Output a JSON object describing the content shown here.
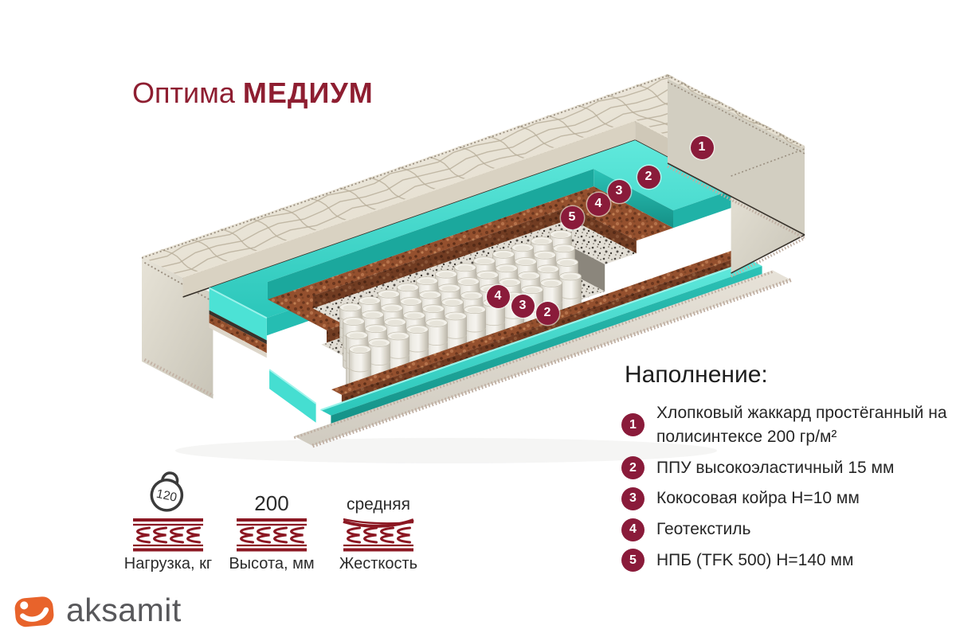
{
  "title": {
    "brand_line": "Оптима",
    "model": "МЕДИУМ"
  },
  "legend": {
    "heading": "Наполнение:",
    "items": [
      {
        "num": "1",
        "text": "Хлопковый жаккард простёганный на полисинтексе 200 гр/м²"
      },
      {
        "num": "2",
        "text": "ППУ высокоэластичный 15 мм"
      },
      {
        "num": "3",
        "text": "Кокосовая койра Н=10 мм"
      },
      {
        "num": "4",
        "text": "Геотекстиль"
      },
      {
        "num": "5",
        "text": "НПБ (TFK 500) Н=140 мм"
      }
    ]
  },
  "callouts": {
    "labels": [
      "1",
      "2",
      "3",
      "4",
      "5",
      "4",
      "3",
      "2"
    ]
  },
  "specs": [
    {
      "icon": "kettlebell-load-icon",
      "value": "120",
      "label": "Нагрузка, кг"
    },
    {
      "icon": "height-springs-icon",
      "value": "200",
      "label": "Высота, мм"
    },
    {
      "icon": "softness-springs-icon",
      "value": "средняя",
      "label": "Жесткость"
    }
  ],
  "logo": {
    "text": "aksamit"
  },
  "colors": {
    "title_maroon": "#8e1e31",
    "badge_maroon": "#8a1b3a",
    "icon_red": "#8b1722",
    "teal": "#3fd9cc",
    "teal_bright": "#62e9dd",
    "teal_dark": "#17a89d",
    "coir_brown": "#94502e",
    "quilt_cream": "#ece7da",
    "side_cream": "#d9d5c8",
    "cover_cream": "#ddd8cd",
    "speckle_gray": "#e2ded5",
    "spring_white": "#efede6",
    "text_dark": "#262626",
    "logo_gray": "#58585b",
    "logo_orange": "#e8632b"
  }
}
